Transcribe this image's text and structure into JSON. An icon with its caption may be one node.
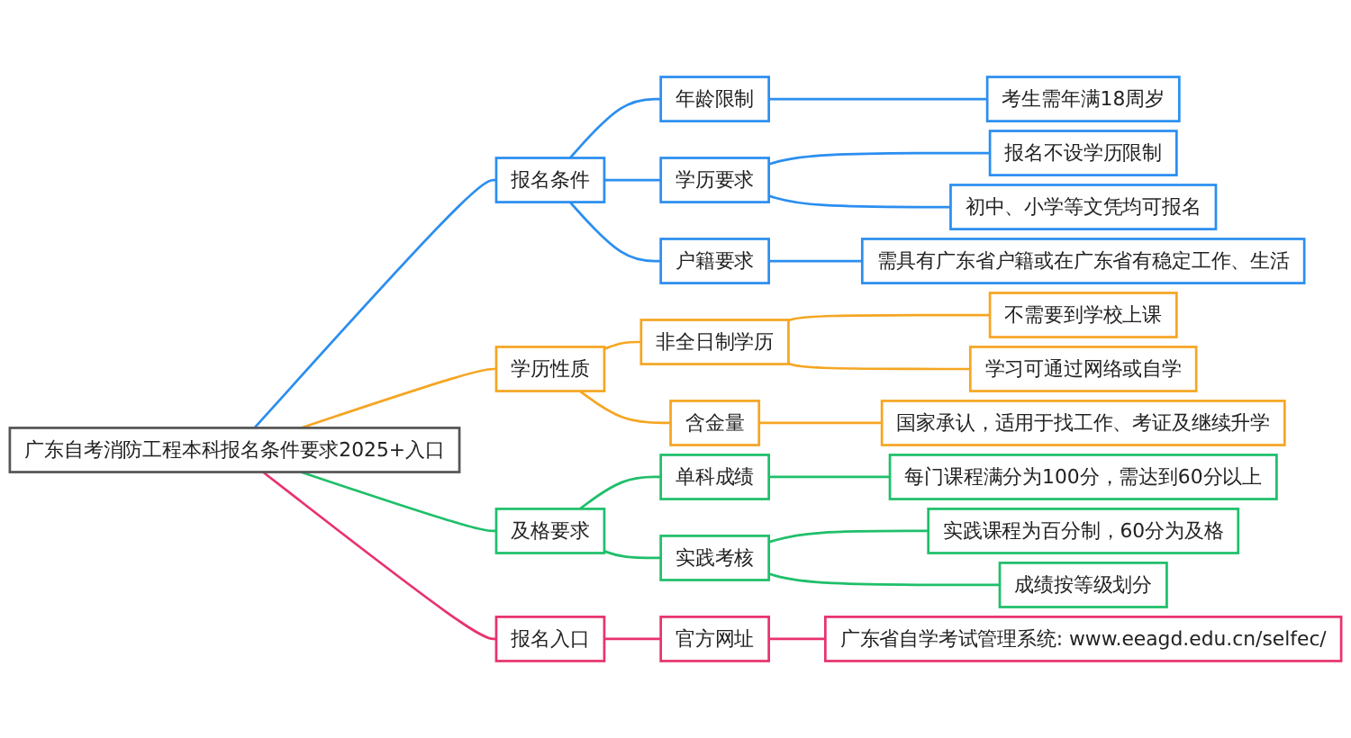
{
  "diagram": {
    "nodes": [
      {
        "text": [
          "广东自考消防工程本科报名条件要求2025+入口"
        ]
      },
      {
        "text": [
          "报名条件"
        ]
      },
      {
        "text": [
          "年龄限制"
        ]
      },
      {
        "text": [
          "考生需年满18周岁"
        ]
      },
      {
        "text": [
          "学历要求"
        ]
      },
      {
        "text": [
          "报名不设学历限制"
        ]
      },
      {
        "text": [
          "初中、小学等文凭均可报名"
        ]
      },
      {
        "text": [
          "户籍要求"
        ]
      },
      {
        "text": [
          "需具有广东省户籍或在广东省有稳定工作、生活"
        ]
      },
      {
        "text": [
          "学历性质"
        ]
      },
      {
        "text": [
          "非全日制学历"
        ]
      },
      {
        "text": [
          "不需要到学校上课"
        ]
      },
      {
        "text": [
          "学习可通过网络或自学"
        ]
      },
      {
        "text": [
          "含金量"
        ]
      },
      {
        "text": [
          "国家承认，适用于找工作、考证及继续升学"
        ]
      },
      {
        "text": [
          "及格要求"
        ]
      },
      {
        "text": [
          "单科成绩"
        ]
      },
      {
        "text": [
          "每门课程满分为100分，需达到60分以上"
        ]
      },
      {
        "text": [
          "实践考核"
        ]
      },
      {
        "text": [
          "实践课程为百分制，60分为及格"
        ]
      },
      {
        "text": [
          "成绩按等级划分"
        ]
      },
      {
        "text": [
          "报名入口"
        ]
      },
      {
        "text": [
          "官方网址"
        ]
      },
      {
        "text": [
          "广东省自学考试管理系统: www.eeagd.edu.cn/selfec/"
        ]
      }
    ],
    "edges": [
      {
        "from": 0,
        "to": 1,
        "arrow": "none",
        "color": "#2b8ef0"
      },
      {
        "from": 1,
        "to": 2,
        "arrow": "none",
        "color": "#2b8ef0"
      },
      {
        "from": 2,
        "to": 3,
        "arrow": "none",
        "color": "#2b8ef0"
      },
      {
        "from": 1,
        "to": 4,
        "arrow": "none",
        "color": "#2b8ef0"
      },
      {
        "from": 4,
        "to": 5,
        "arrow": "none",
        "color": "#2b8ef0"
      },
      {
        "from": 4,
        "to": 6,
        "arrow": "none",
        "color": "#2b8ef0"
      },
      {
        "from": 1,
        "to": 7,
        "arrow": "none",
        "color": "#2b8ef0"
      },
      {
        "from": 7,
        "to": 8,
        "arrow": "none",
        "color": "#2b8ef0"
      },
      {
        "from": 0,
        "to": 9,
        "arrow": "none",
        "color": "#f5a623"
      },
      {
        "from": 9,
        "to": 10,
        "arrow": "none",
        "color": "#f5a623"
      },
      {
        "from": 10,
        "to": 11,
        "arrow": "none",
        "color": "#f5a623"
      },
      {
        "from": 10,
        "to": 12,
        "arrow": "none",
        "color": "#f5a623"
      },
      {
        "from": 9,
        "to": 13,
        "arrow": "none",
        "color": "#f5a623"
      },
      {
        "from": 13,
        "to": 14,
        "arrow": "none",
        "color": "#f5a623"
      },
      {
        "from": 0,
        "to": 15,
        "arrow": "none",
        "color": "#1fbf6a"
      },
      {
        "from": 15,
        "to": 16,
        "arrow": "none",
        "color": "#1fbf6a"
      },
      {
        "from": 16,
        "to": 17,
        "arrow": "none",
        "color": "#1fbf6a"
      },
      {
        "from": 15,
        "to": 18,
        "arrow": "none",
        "color": "#1fbf6a"
      },
      {
        "from": 18,
        "to": 19,
        "arrow": "none",
        "color": "#1fbf6a"
      },
      {
        "from": 18,
        "to": 20,
        "arrow": "none",
        "color": "#1fbf6a"
      },
      {
        "from": 0,
        "to": 21,
        "arrow": "none",
        "color": "#e8336d"
      },
      {
        "from": 21,
        "to": 22,
        "arrow": "none",
        "color": "#e8336d"
      },
      {
        "from": 22,
        "to": 23,
        "arrow": "none",
        "color": "#e8336d"
      }
    ]
  }
}
